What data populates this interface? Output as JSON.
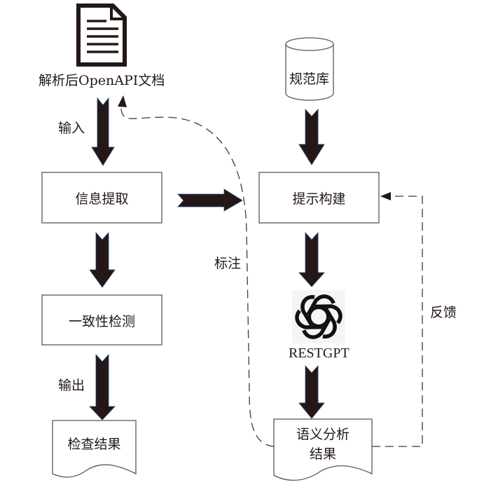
{
  "diagram": {
    "nodes": {
      "source_doc": {
        "label": "解析后OpenAPI文档",
        "icon": "document-icon"
      },
      "spec_lib": {
        "label": "规范库",
        "shape": "cylinder"
      },
      "info_extract": {
        "label": "信息提取",
        "shape": "rectangle"
      },
      "prompt_build": {
        "label": "提示构建",
        "shape": "rectangle"
      },
      "consistency_check": {
        "label": "一致性检测",
        "shape": "rectangle"
      },
      "llm": {
        "label": "RESTGPT",
        "icon": "openai-logo-icon"
      },
      "check_result": {
        "label": "检查结果",
        "shape": "document"
      },
      "semantic_result": {
        "label_line1": "语义分析",
        "label_line2": "结果",
        "shape": "document"
      }
    },
    "edge_labels": {
      "input": "输入",
      "output": "输出",
      "annotate": "标注",
      "feedback": "反馈"
    },
    "edges": [
      {
        "from": "source_doc",
        "to": "info_extract",
        "style": "solid-arrow",
        "label": "输入"
      },
      {
        "from": "info_extract",
        "to": "consistency_check",
        "style": "solid-arrow"
      },
      {
        "from": "consistency_check",
        "to": "check_result",
        "style": "solid-arrow",
        "label": "输出"
      },
      {
        "from": "info_extract",
        "to": "prompt_build",
        "style": "solid-arrow"
      },
      {
        "from": "spec_lib",
        "to": "prompt_build",
        "style": "solid-arrow"
      },
      {
        "from": "prompt_build",
        "to": "llm",
        "style": "solid-arrow"
      },
      {
        "from": "llm",
        "to": "semantic_result",
        "style": "solid-arrow"
      },
      {
        "from": "semantic_result",
        "to": "source_doc",
        "style": "dashed",
        "label": "标注"
      },
      {
        "from": "semantic_result",
        "to": "prompt_build",
        "style": "dashed",
        "label": "反馈"
      }
    ],
    "colors": {
      "stroke": "#231815",
      "box_border": "#595757",
      "arrow_fill": "#231815",
      "arrow_edge": "#2a3d6b",
      "dash": "#3e3a39"
    }
  }
}
